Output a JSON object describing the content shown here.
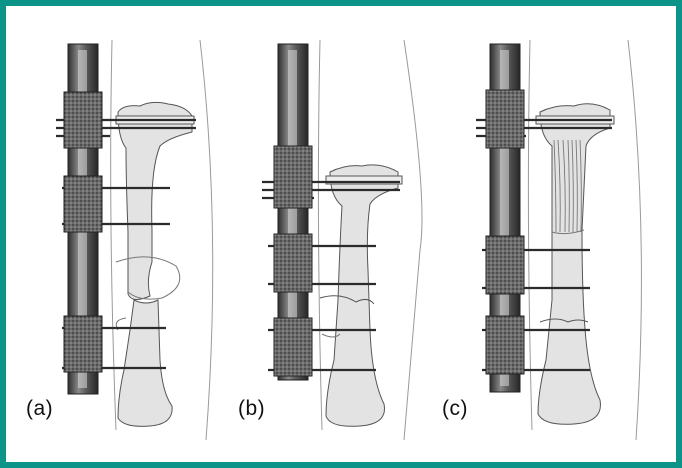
{
  "figure": {
    "border_color": "#0d9488",
    "bone_fill": "#e3e3e3",
    "frame_color": "#4a4a4a",
    "panels": [
      {
        "label": "(a)"
      },
      {
        "label": "(b)"
      },
      {
        "label": "(c)"
      }
    ]
  }
}
